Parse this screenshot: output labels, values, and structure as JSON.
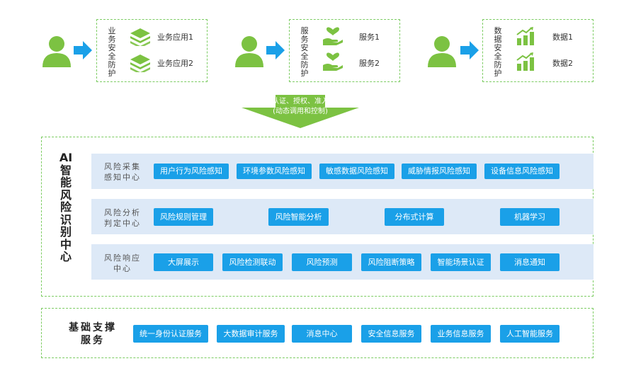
{
  "top_groups": [
    {
      "vertical_label": "业务安全防护",
      "items": [
        "业务应用1",
        "业务应用2"
      ],
      "icon": "stack-layers-icon"
    },
    {
      "vertical_label": "服务安全防护",
      "items": [
        "服务1",
        "服务2"
      ],
      "icon": "hand-heart-icon"
    },
    {
      "vertical_label": "数据安全防护",
      "items": [
        "数据1",
        "数据2"
      ],
      "icon": "bar-chart-trend-icon"
    }
  ],
  "flow_arrow": {
    "line1": "认证、授权、准入",
    "line2": "(动态调用和控制)"
  },
  "ai_center": {
    "title": "AI智能风险识别中心",
    "rows": [
      {
        "label_line1": "风险采集",
        "label_line2": "感知中心",
        "buttons": [
          "用户行为风险感知",
          "环境参数风险感知",
          "敏感数据风险感知",
          "威胁情报风险感知",
          "设备信息风险感知"
        ]
      },
      {
        "label_line1": "风险分析",
        "label_line2": "判定中心",
        "buttons": [
          "风险规则管理",
          "风险智能分析",
          "分布式计算",
          "机器学习"
        ]
      },
      {
        "label_line1": "风险响应",
        "label_line2": "中心",
        "buttons": [
          "大屏展示",
          "风险检测联动",
          "风险预测",
          "风险阻断策略",
          "智能场景认证",
          "消息通知"
        ]
      }
    ]
  },
  "base": {
    "title_line1": "基础支撑",
    "title_line2": "服务",
    "buttons": [
      "统一身份认证服务",
      "大数据审计服务",
      "消息中心",
      "安全信息服务",
      "业务信息服务",
      "人工智能服务"
    ]
  },
  "colors": {
    "green": "#7ccc62",
    "blue_arrow": "#1aa0e8",
    "button_blue": "#1aa0e8",
    "row_bg": "#dde9f7",
    "down_arrow": "#7cc242"
  }
}
